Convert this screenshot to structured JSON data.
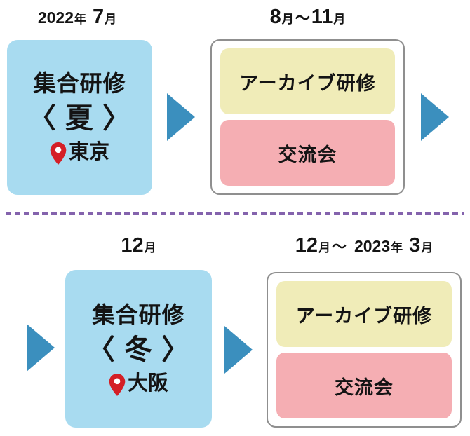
{
  "phase1": {
    "date_left": {
      "year": "2022",
      "year_unit": "年",
      "month": "7",
      "month_unit": "月"
    },
    "date_right": {
      "from": "8",
      "from_unit": "月",
      "tilde": "〜",
      "to": "11",
      "to_unit": "月"
    },
    "main_box": {
      "title": "集合研修",
      "season": "〈 夏 〉",
      "location": "東京"
    },
    "sub_box": {
      "item1": "アーカイブ研修",
      "item2": "交流会"
    }
  },
  "phase2": {
    "date_left": {
      "month": "12",
      "month_unit": "月"
    },
    "date_right": {
      "from": "12",
      "from_unit": "月",
      "tilde": "〜",
      "year": "2023",
      "year_unit": "年",
      "to": "3",
      "to_unit": "月"
    },
    "main_box": {
      "title": "集合研修",
      "season": "〈 冬 〉",
      "location": "大阪"
    },
    "sub_box": {
      "item1": "アーカイブ研修",
      "item2": "交流会"
    }
  },
  "icons": {
    "location_pin": "map-pin",
    "flow_arrow": "right-triangle"
  },
  "colors": {
    "main_box_blue": "#a8dbf0",
    "sub_box_yellow": "#f0ecb8",
    "sub_box_pink": "#f5aeb3",
    "arrow_blue": "#3b8fbe",
    "divider_purple": "#8463ad",
    "pin_red": "#d41f26",
    "outline_gray": "#8f8f8f",
    "text_black": "#141414"
  }
}
